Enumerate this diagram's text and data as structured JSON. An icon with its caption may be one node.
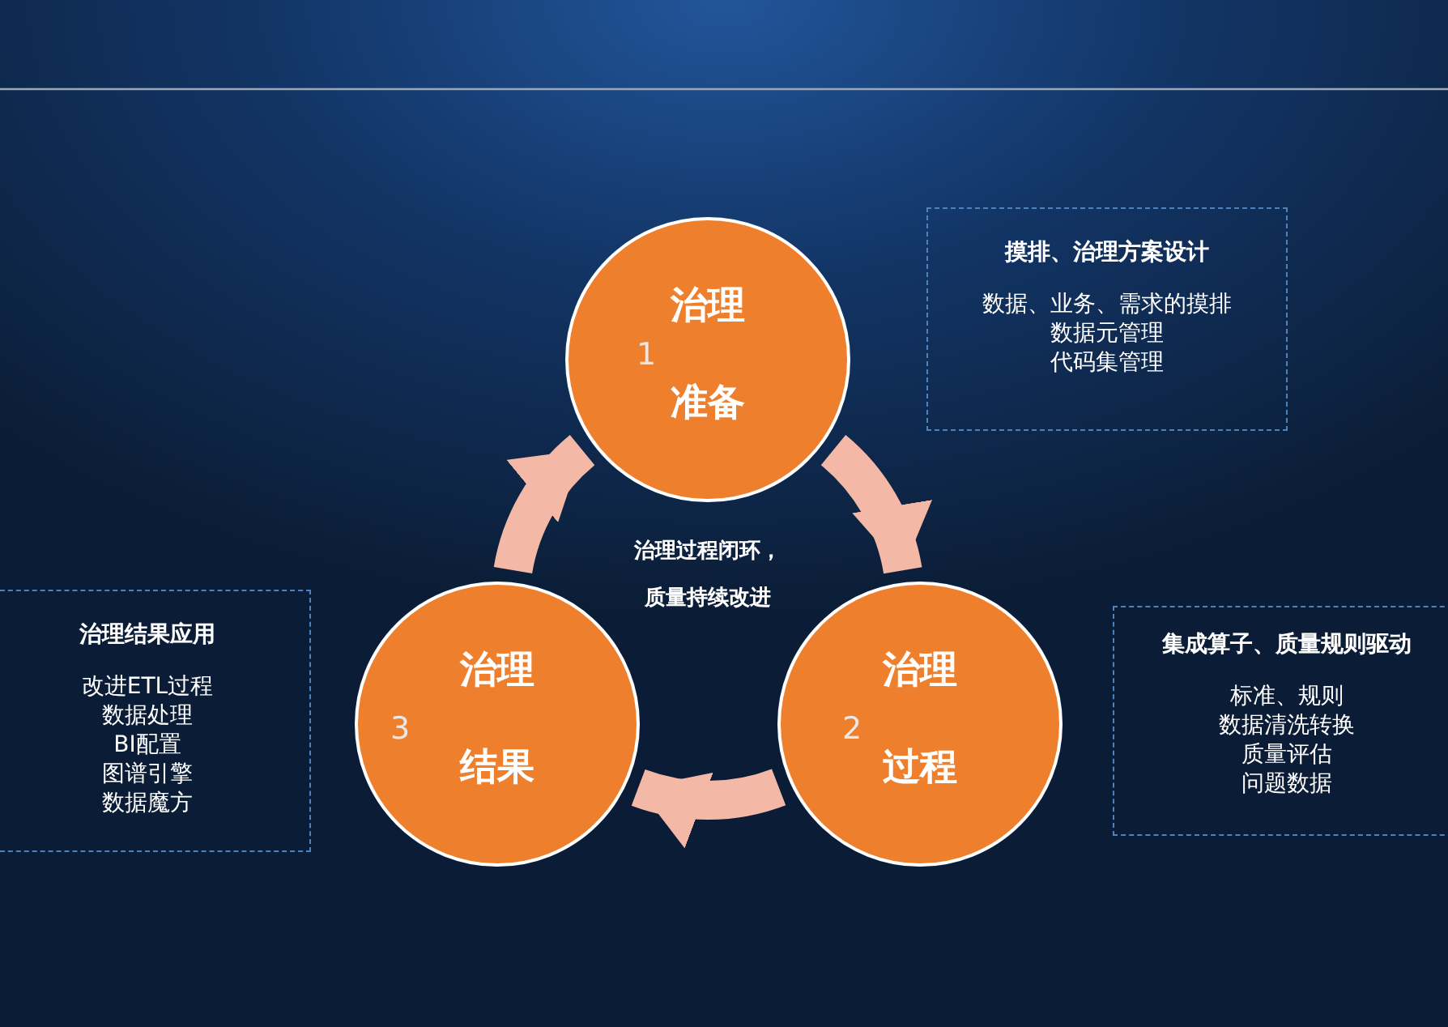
{
  "diagram": {
    "nodes": [
      {
        "text": [
          "治理",
          "准备",
          "1"
        ]
      },
      {
        "text": [
          "治理",
          "过程",
          "2"
        ]
      },
      {
        "text": [
          "治理",
          "结果",
          "3"
        ]
      },
      {
        "text": [
          "摸排、治理方案设计",
          "数据、业务、需求的摸排",
          "数据元管理",
          "代码集管理"
        ]
      },
      {
        "text": [
          "集成算子、质量规则驱动",
          "标准、规则",
          "数据清洗转换",
          "质量评估",
          "问题数据"
        ]
      },
      {
        "text": [
          "治理结果应用",
          "改进ETL过程",
          "数据处理",
          "BI配置",
          "图谱引擎",
          "数据魔方"
        ]
      }
    ],
    "edges": [
      {
        "from": 0,
        "to": 1,
        "arrow": "to"
      },
      {
        "from": 1,
        "to": 2,
        "arrow": "to"
      },
      {
        "from": 2,
        "to": 0,
        "arrow": "to"
      }
    ],
    "labels": [
      "治理过程闭环，",
      "质量持续改进"
    ]
  }
}
